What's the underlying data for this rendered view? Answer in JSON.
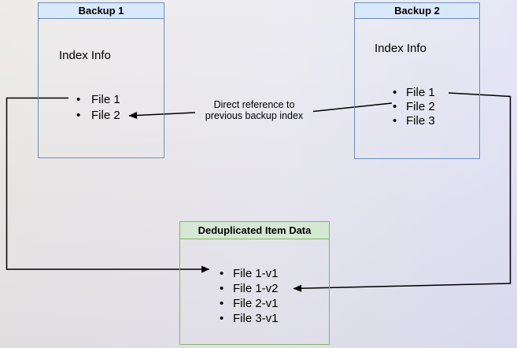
{
  "diagram": {
    "backup1": {
      "title": "Backup 1",
      "body_label": "Index Info",
      "files": [
        "File 1",
        "File 2"
      ]
    },
    "backup2": {
      "title": "Backup 2",
      "body_label": "Index Info",
      "files": [
        "File 1",
        "File 2",
        "File 3"
      ]
    },
    "dedup": {
      "title": "Deduplicated Item Data",
      "files": [
        "File 1-v1",
        "File 1-v2",
        "File 2-v1",
        "File 3-v1"
      ]
    },
    "edge_label": {
      "line1": "Direct reference to",
      "line2": "previous backup index"
    }
  },
  "colors": {
    "blue_header_fill": "#dae8fc",
    "blue_border": "#6c8ebf",
    "green_header_fill": "#d5e8d4",
    "green_border": "#82b366",
    "connector": "#000000",
    "bg_left": "#e9e6e5",
    "bg_right": "#e0e1f3"
  }
}
